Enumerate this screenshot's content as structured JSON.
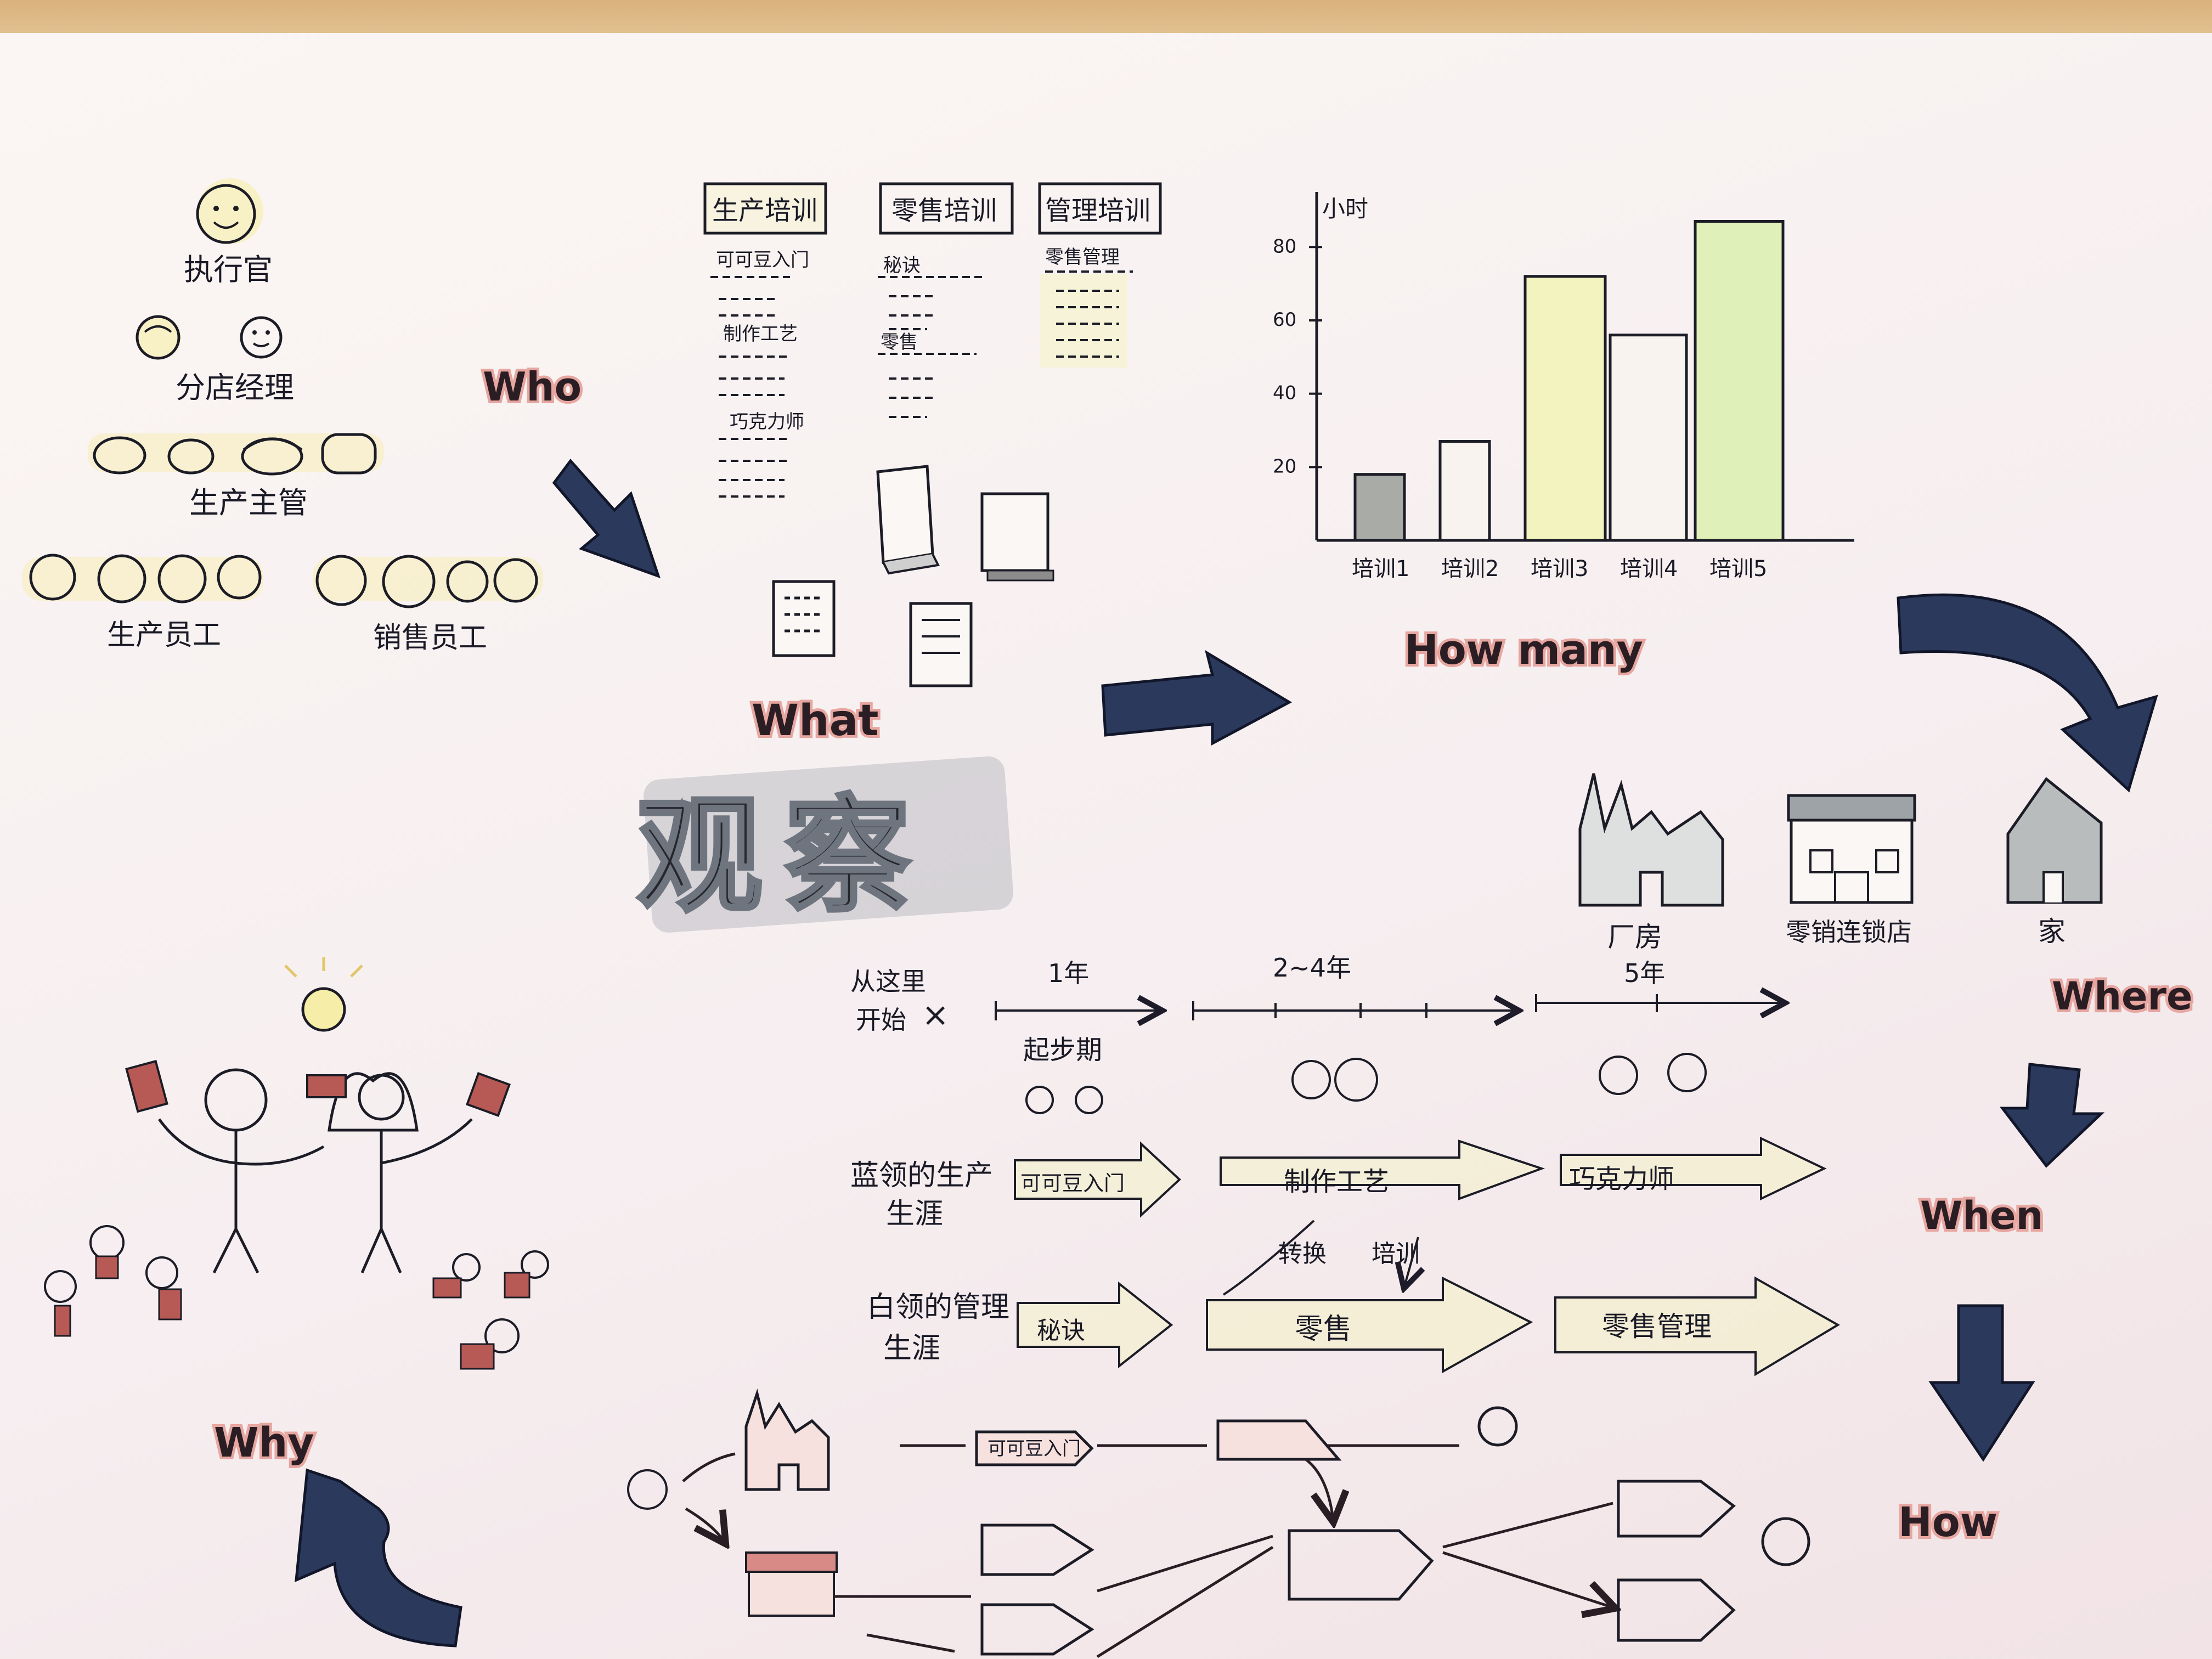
{
  "center_title": "观察",
  "who": {
    "tag": "Who",
    "roles": [
      "执行官",
      "分店经理",
      "生产主管",
      "生产员工",
      "销售员工"
    ]
  },
  "what": {
    "tag": "What",
    "columns": [
      {
        "title": "生产培训",
        "items": [
          "可可豆入门",
          "制作工艺",
          "巧克力师"
        ]
      },
      {
        "title": "零售培训",
        "items": [
          "秘诀",
          "零售"
        ]
      },
      {
        "title": "管理培训",
        "items": [
          "零售管理"
        ]
      }
    ]
  },
  "how_many": {
    "tag": "How many"
  },
  "chart_data": {
    "type": "bar",
    "ylabel": "小时",
    "yticks": [
      20,
      40,
      60,
      80
    ],
    "ylim": [
      0,
      95
    ],
    "categories": [
      "培训1",
      "培训2",
      "培训3",
      "培训4",
      "培训5"
    ],
    "values": [
      18,
      27,
      72,
      56,
      87
    ],
    "bar_fills": [
      "#a9aba6",
      "#f8f3ef",
      "#f3f3bf",
      "#f8f3ef",
      "#dff0b8"
    ]
  },
  "where": {
    "tag": "Where",
    "places": [
      "厂房",
      "零销连锁店",
      "家"
    ]
  },
  "when": {
    "tag": "When",
    "start_label": [
      "从这里",
      "开始"
    ],
    "periods": [
      "1年",
      "2~4年",
      "5年"
    ],
    "phase_label": "起步期",
    "careers": [
      {
        "label": [
          "蓝领的生产",
          "生涯"
        ],
        "steps": [
          "可可豆入门",
          "制作工艺",
          "巧克力师"
        ]
      },
      {
        "label": [
          "白领的管理",
          "生涯"
        ],
        "steps": [
          "秘诀",
          "零售",
          "零售管理"
        ]
      }
    ],
    "switch_labels": [
      "转换",
      "培训"
    ]
  },
  "how": {
    "tag": "How",
    "flow_step": "可可豆入门"
  },
  "why": {
    "tag": "Why"
  }
}
